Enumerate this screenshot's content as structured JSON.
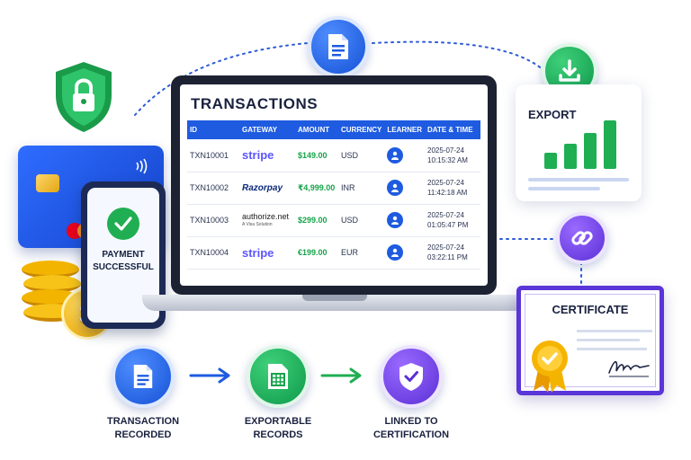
{
  "transactions": {
    "title": "TRANSACTIONS",
    "columns": [
      "ID",
      "GATEWAY",
      "AMOUNT",
      "CURRENCY",
      "LEARNER",
      "DATE & TIME"
    ],
    "rows": [
      {
        "id": "TXN10001",
        "gateway": "stripe",
        "amount": "$149.00",
        "currency": "USD",
        "date": "2025-07-24",
        "time": "10:15:32 AM"
      },
      {
        "id": "TXN10002",
        "gateway": "Razorpay",
        "amount": "₹4,999.00",
        "currency": "INR",
        "date": "2025-07-24",
        "time": "11:42:18 AM"
      },
      {
        "id": "TXN10003",
        "gateway": "authorize.net",
        "gateway_sub": "A Visa Solution",
        "amount": "$299.00",
        "currency": "USD",
        "date": "2025-07-24",
        "time": "01:05:47 PM"
      },
      {
        "id": "TXN10004",
        "gateway": "stripe",
        "amount": "€199.00",
        "currency": "EUR",
        "date": "2025-07-24",
        "time": "03:22:11 PM"
      }
    ]
  },
  "phone": {
    "line1": "PAYMENT",
    "line2": "SUCCESSFUL"
  },
  "export": {
    "label": "EXPORT"
  },
  "certificate": {
    "title": "CERTIFICATE"
  },
  "steps": [
    {
      "line1": "TRANSACTION",
      "line2": "RECORDED"
    },
    {
      "line1": "EXPORTABLE",
      "line2": "RECORDS"
    },
    {
      "line1": "LINKED TO",
      "line2": "CERTIFICATION"
    }
  ],
  "icons": [
    "shield-lock-icon",
    "document-icon",
    "download-icon",
    "link-icon",
    "spreadsheet-icon",
    "verified-shield-icon",
    "checkmark-icon",
    "dollar-coin-icon",
    "user-icon",
    "award-ribbon-icon",
    "signature-icon",
    "arrow-right-icon",
    "contactless-icon",
    "bar-chart-icon"
  ],
  "colors": {
    "primary_blue": "#1e5be0",
    "success_green": "#16a34a",
    "purple": "#5a35d8",
    "gold": "#f5b400"
  }
}
